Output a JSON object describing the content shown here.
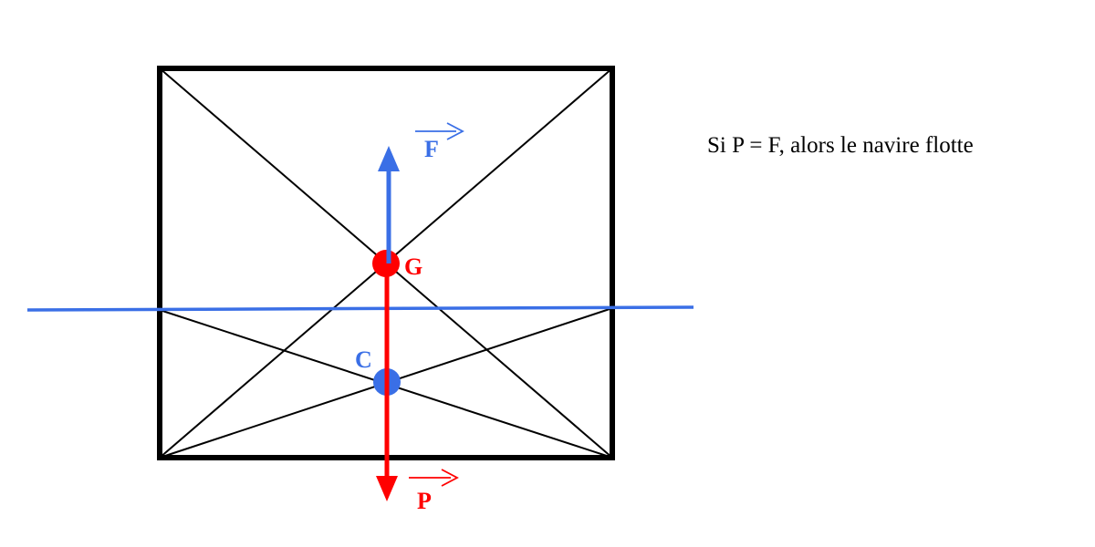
{
  "labels": {
    "force_buoyancy": "F",
    "force_weight": "P",
    "center_gravity": "G",
    "center_buoyancy": "C"
  },
  "caption": "Si P = F, alors le navire flotte",
  "colors": {
    "frame": "#000000",
    "waterline": "#3a6fe6",
    "buoyancy": "#3a6fe6",
    "weight": "#ff0000",
    "point_g": "#ff0000",
    "point_c": "#3a6fe6",
    "text": "#000000"
  }
}
